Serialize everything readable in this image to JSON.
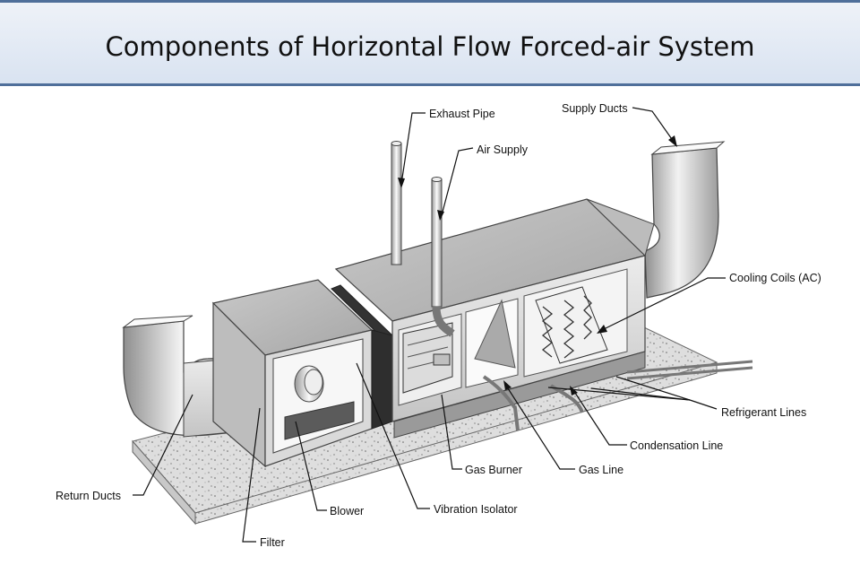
{
  "title": "Components of Horizontal Flow Forced-air System",
  "labels": {
    "exhaust_pipe": "Exhaust Pipe",
    "air_supply": "Air Supply",
    "supply_ducts": "Supply Ducts",
    "cooling_coils": "Cooling Coils (AC)",
    "refrigerant_lines": "Refrigerant Lines",
    "condensation_line": "Condensation Line",
    "gas_line": "Gas Line",
    "gas_burner": "Gas Burner",
    "vibration_isolator": "Vibration Isolator",
    "blower": "Blower",
    "filter": "Filter",
    "return_ducts": "Return Ducts"
  },
  "colors": {
    "title_border": "#4f6f9a",
    "metal_light": "#e4e4e4",
    "metal_mid": "#b9b9b9",
    "metal_dark": "#8e8e8e",
    "concrete": "#dcdcdc"
  }
}
